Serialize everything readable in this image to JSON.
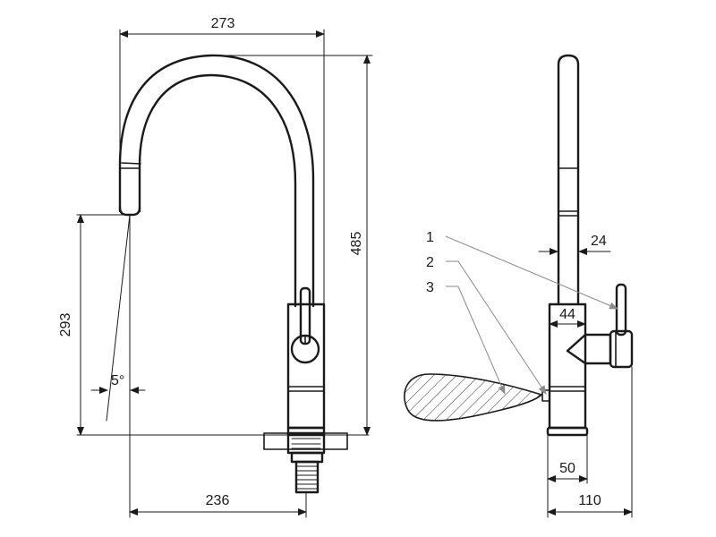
{
  "dimensions": {
    "reach_top": "273",
    "total_height": "485",
    "spout_height": "293",
    "spray_angle": "5°",
    "base_reach": "236",
    "side_neck_diameter": "24",
    "side_body_diameter": "44",
    "side_base_diameter": "50",
    "side_depth": "110"
  },
  "callouts": {
    "item_1": "1",
    "item_2": "2",
    "item_3": "3"
  },
  "colors": {
    "line": "#1a1a1a",
    "leader": "#8a8a8a",
    "background": "#ffffff"
  }
}
